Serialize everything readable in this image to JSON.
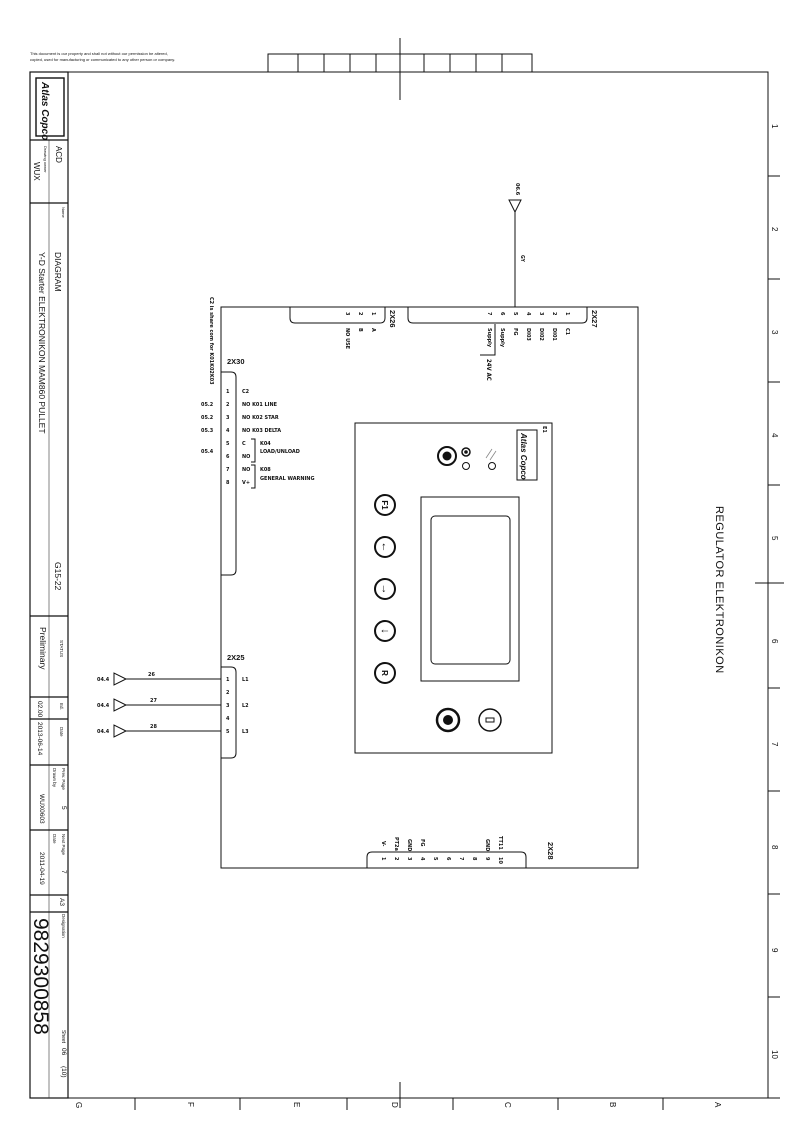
{
  "notice": {
    "line1": "This document is our property and shall not without our permission be altered,",
    "line2": "copied, used for manufacturing or communicated to any other person or company."
  },
  "title_block": {
    "logo_text": "Atlas Copco",
    "acd": "ACD",
    "drawing_owner_label": "Drawing owner",
    "drawing_owner": "WUX",
    "name_label": "Name",
    "diagram": "DIAGRAM",
    "subtitle": "Y-D Starter ELEKTRONIKON MAM860 PULLET",
    "model": "G15-22",
    "status_label": "STATUS",
    "status": "Preliminary",
    "ed_label": "Ed.",
    "ed": "02.00",
    "date_label": "Date",
    "date": "2013-06-14",
    "prev_page_label": "Prev. Page",
    "prev_page": "5",
    "drawn_by_label": "Drawn by",
    "drawn_by": "WUX0603",
    "next_page_label": "Next Page",
    "next_page": "7",
    "date2_label": "Date",
    "date2": "2011-04-19",
    "size": "A3",
    "designation_label": "Designation",
    "designation": "9829300858",
    "sheet_label": "Sheet",
    "sheet": "06",
    "sheet_total": "(10)"
  },
  "frame": {
    "right_numbers": [
      "1",
      "2",
      "3",
      "4",
      "5",
      "6",
      "7",
      "8",
      "9",
      "10"
    ],
    "bottom_letters": [
      "G",
      "F",
      "E",
      "D",
      "C",
      "B",
      "A"
    ]
  },
  "regulator_label": "REGULATOR ELEKTRONIKON",
  "ref_top": {
    "ref": "06.6",
    "wire": "GY"
  },
  "connectors": {
    "x27": {
      "name": "2X27",
      "pins": [
        "1",
        "2",
        "3",
        "4",
        "5",
        "6",
        "7"
      ],
      "labels": [
        "C1",
        "DI01",
        "DI02",
        "DI03",
        "FG",
        "Supply",
        "Supply"
      ],
      "voltage": "24V AC"
    },
    "x26": {
      "name": "2X26",
      "pins": [
        "1",
        "2",
        "3"
      ],
      "labels": [
        "A",
        "B",
        "NO USE"
      ]
    },
    "x30": {
      "name": "2X30",
      "note": "C2 is share com for K01K02K03",
      "pins": [
        "1",
        "2",
        "3",
        "4",
        "5",
        "6",
        "7",
        "8"
      ],
      "labels": [
        "C2",
        "NO K01 LINE",
        "NO K02 STAR",
        "NO K03 DELTA",
        "C",
        "NO",
        "NO",
        "V+"
      ],
      "k04": "K04",
      "k04_desc": "LOAD/UNLOAD",
      "k08": "K08",
      "k08_desc": "GENERAL WARNING",
      "refs": [
        "05.2",
        "05.2",
        "05.3",
        "05.4"
      ]
    },
    "x25": {
      "name": "2X25",
      "pins": [
        "1",
        "2",
        "3",
        "4",
        "5"
      ],
      "labels": [
        "L1",
        "L2",
        "L3"
      ],
      "refs": [
        "04.4",
        "04.4",
        "04.4"
      ],
      "wires": [
        "26",
        "27",
        "28"
      ]
    },
    "x28": {
      "name": "2X28",
      "pins": [
        "1",
        "2",
        "3",
        "4",
        "5",
        "6",
        "7",
        "8",
        "9",
        "10"
      ],
      "labels": [
        "V-",
        "PT2a",
        "GND",
        "FG",
        "",
        "",
        "",
        "",
        "GND",
        "TT11"
      ]
    }
  },
  "device": {
    "label": "E1",
    "logo_text": "Atlas Copco",
    "keys": [
      "F1",
      "←",
      "→",
      "↓",
      "R"
    ]
  }
}
